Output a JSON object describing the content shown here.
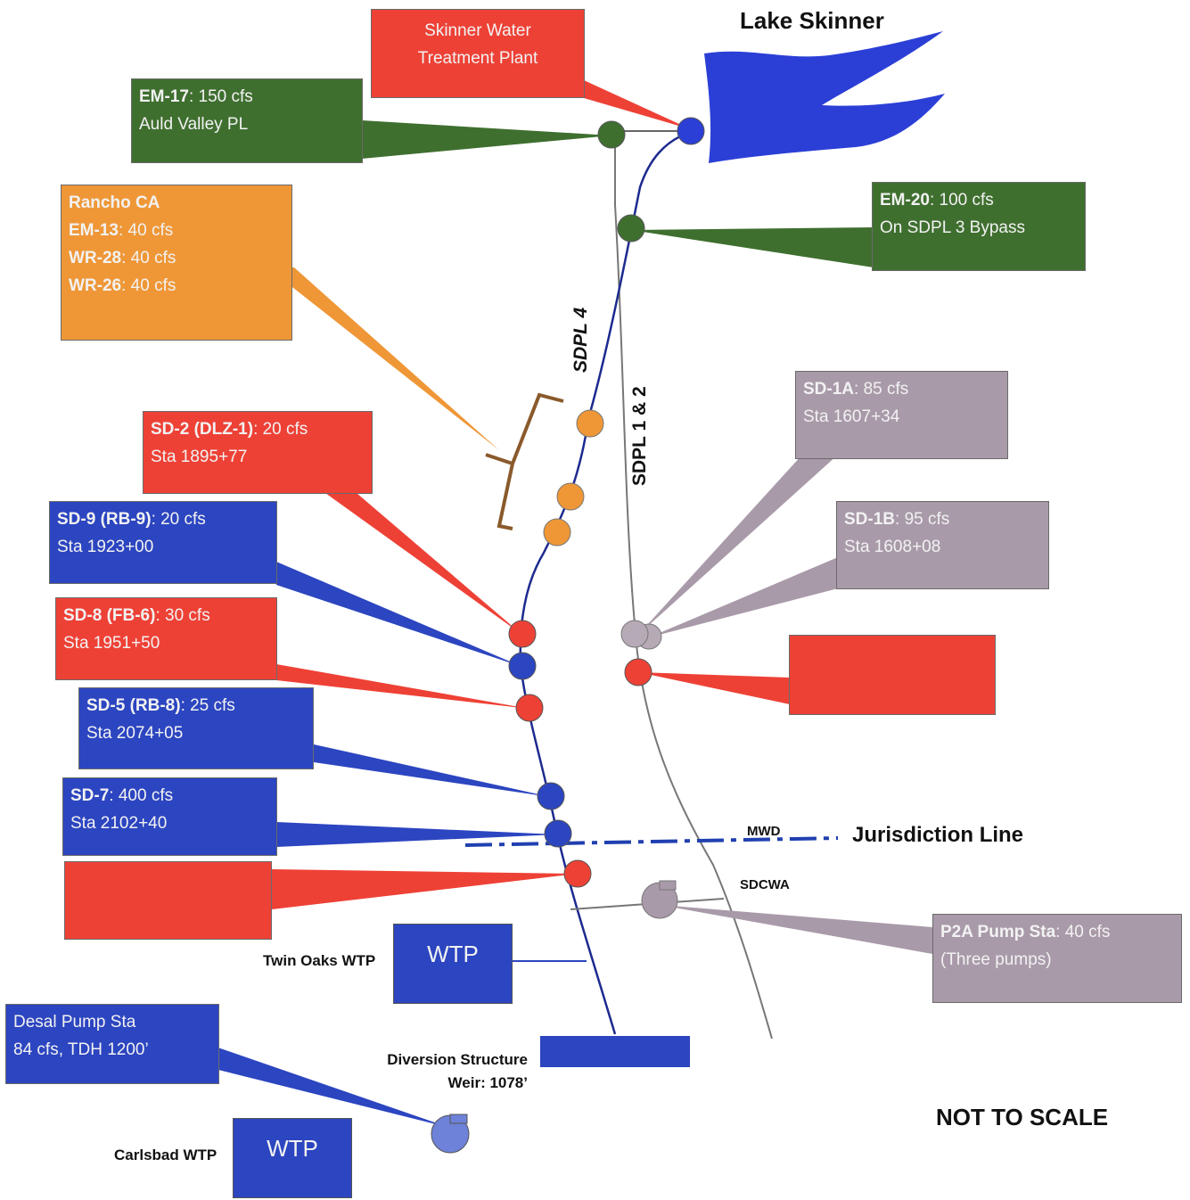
{
  "title": "Lake Skinner",
  "not_to_scale": "NOT TO SCALE",
  "jurisdiction": {
    "line_label": "Jurisdiction Line",
    "mwd": "MWD",
    "sdcwa": "SDCWA"
  },
  "pipelines": {
    "sdpl4": "SDPL 4",
    "sdpl12": "SDPL 1 & 2"
  },
  "colors": {
    "red": "#ee4136",
    "blue": "#2c45c0",
    "green": "#3f6f2f",
    "orange": "#ef9737",
    "gray": "#a99aa9"
  },
  "callouts": {
    "skinner_wtp": {
      "line1": "Skinner Water",
      "line2": "Treatment Plant"
    },
    "em17": {
      "id": "EM-17",
      "rate": ": 150 cfs",
      "line2": "Auld Valley PL"
    },
    "em20": {
      "id": "EM-20",
      "rate": ": 100 cfs",
      "line2": "On SDPL 3 Bypass"
    },
    "rancho": {
      "head": "Rancho CA",
      "em13_id": "EM-13",
      "em13_rate": ": 40 cfs",
      "wr28_id": "WR-28",
      "wr28_rate": ": 40 cfs",
      "wr26_id": "WR-26",
      "wr26_rate": ": 40 cfs"
    },
    "sd2": {
      "id": "SD-2 (DLZ-1)",
      "rate": ": 20 cfs",
      "sta": "Sta 1895+77"
    },
    "sd9": {
      "id": "SD-9 (RB-9)",
      "rate": ": 20 cfs",
      "sta": "Sta 1923+00"
    },
    "sd8": {
      "id": "SD-8 (FB-6)",
      "rate": ": 30 cfs",
      "sta": "Sta 1951+50"
    },
    "sd5": {
      "id": "SD-5 (RB-8)",
      "rate": ": 25 cfs",
      "sta": "Sta 2074+05"
    },
    "sd7": {
      "id": "SD-7",
      "rate": ": 400 cfs",
      "sta": "Sta 2102+40"
    },
    "sd1a": {
      "id": "SD-1A",
      "rate": ": 85 cfs",
      "sta": "Sta 1607+34"
    },
    "sd1b": {
      "id": "SD-1B",
      "rate": ": 95 cfs",
      "sta": "Sta 1608+08"
    },
    "p2a": {
      "id": "P2A Pump Sta",
      "rate": ": 40 cfs",
      "line2": "(Three pumps)"
    },
    "desal": {
      "line1": "Desal Pump Sta",
      "line2": "84 cfs, TDH 1200’"
    }
  },
  "twin_oaks": {
    "label": "Twin Oaks WTP",
    "box": "WTP"
  },
  "carlsbad": {
    "label": "Carlsbad WTP",
    "box": "WTP"
  },
  "diversion": {
    "line1": "Diversion Structure",
    "line2": "Weir: 1078’"
  }
}
